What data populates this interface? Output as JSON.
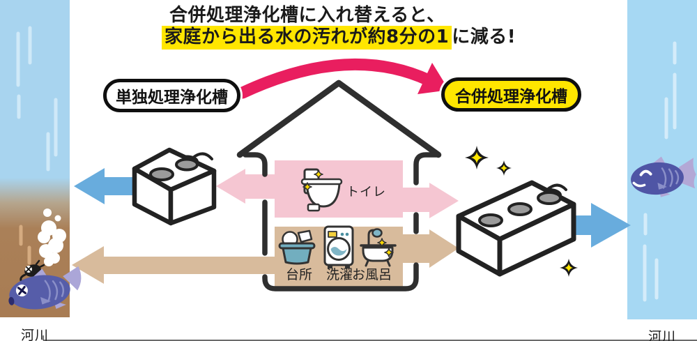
{
  "title": {
    "line1": "合併処理浄化槽に入れ替えると、",
    "line2_highlight": "家庭から出る水の汚れが約8分の1",
    "line2_suffix": "に減る!"
  },
  "badges": {
    "single": "単独処理浄化槽",
    "combined": "合併処理浄化槽"
  },
  "rooms": {
    "toilet": "トイレ",
    "kitchen": "台所",
    "laundry": "洗濯",
    "bath": "お風呂"
  },
  "rivers": {
    "left_label": "河川",
    "right_label": "河川"
  },
  "icons": {
    "curved-arrow-icon": "thick pink arc arrow from single tank badge to combined tank badge",
    "single-tank-icon": "small white isometric septic tank with 2 gray lids",
    "combined-tank-icon": "large white isometric septic tank with 3 gray lids",
    "toilet-icon": "white toilet with sparkles on pink band",
    "kitchen-sink-icon": "teal wash basin with white dishes",
    "washing-machine-icon": "white washer with teal water in door",
    "bathtub-icon": "white tub with teal shower head and sparkles",
    "dead-fish-icon": "purple fish with X eye in dirty water",
    "happy-fish-icon": "purple smiling fish in clean water",
    "germ-icon": "small dark germ with X eye",
    "foam-icon": "white foam bubbles in dirty water",
    "sparkle-icon": "black four-point star with yellow core"
  },
  "colors": {
    "accent_pink": "#e91e5f",
    "light_pink": "#f5c6d2",
    "tan": "#d8bb9c",
    "blue_arrow": "#68acdd",
    "yellow": "#ffe600",
    "clean_water": "#a6d8f3",
    "dirty_brown": "#aa7f56",
    "outline": "#2f2f2f"
  }
}
